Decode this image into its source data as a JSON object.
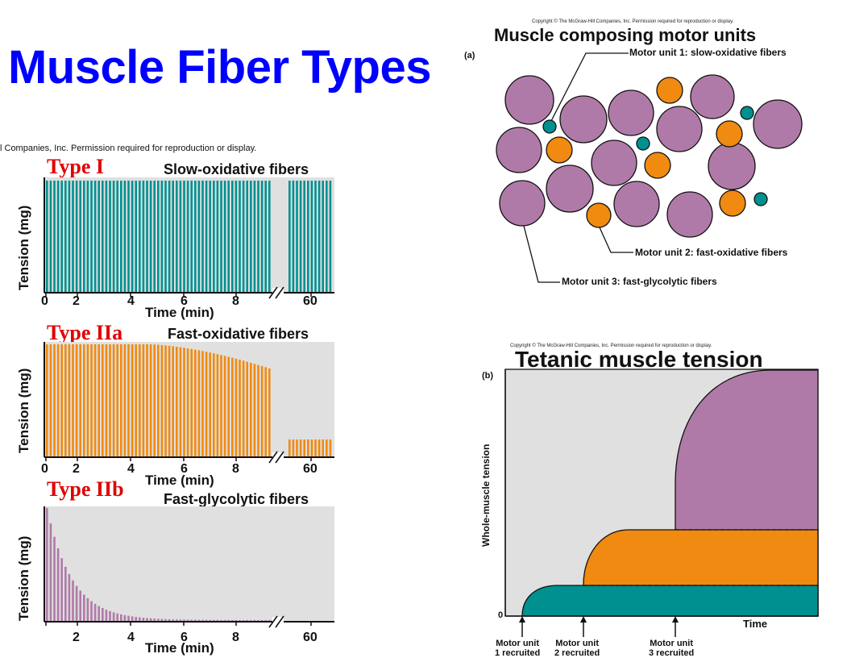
{
  "page_title": "Muscle Fiber Types",
  "left_copyright": "l Companies, Inc. Permission required for reproduction or display.",
  "colors": {
    "slow": "#009090",
    "fast_ox": "#f08a10",
    "fast_gly": "#b07aa8",
    "bg": "#e0e0e0",
    "title": "#0000ff",
    "type_label": "#e00000"
  },
  "panels": [
    {
      "type_label": "Type I",
      "fiber_name": "Slow-oxidative fibers",
      "ylabel": "Tension (mg)",
      "xlabel": "Time (min)",
      "ticks": [
        "0",
        "2",
        "4",
        "6",
        "8",
        "60"
      ],
      "color": "#009090"
    },
    {
      "type_label": "Type IIa",
      "fiber_name": "Fast-oxidative fibers",
      "ylabel": "Tension (mg)",
      "xlabel": "Time (min)",
      "ticks": [
        "0",
        "2",
        "4",
        "6",
        "8",
        "60"
      ],
      "color": "#f08a10"
    },
    {
      "type_label": "Type IIb",
      "fiber_name": "Fast-glycolytic fibers",
      "ylabel": "Tension (mg)",
      "xlabel": "Time (min)",
      "ticks": [
        "2",
        "4",
        "6",
        "8",
        "60"
      ],
      "color": "#b07aa8"
    }
  ],
  "motor_units": {
    "copyright": "Copyright © The McGraw-Hill Companies, Inc. Permission required for reproduction or display.",
    "title": "Muscle composing motor units",
    "panel_letter": "(a)",
    "labels": {
      "mu1": "Motor unit 1: slow-oxidative fibers",
      "mu2": "Motor unit 2: fast-oxidative fibers",
      "mu3": "Motor unit 3: fast-glycolytic fibers"
    }
  },
  "tetanic": {
    "copyright": "Copyright © The McGraw-Hill Companies, Inc. Permission required for reproduction or display.",
    "title": "Tetanic muscle tension",
    "panel_letter": "(b)",
    "ylabel": "Whole-muscle tension",
    "xlabel": "Time",
    "zero": "0",
    "recruit": [
      {
        "line1": "Motor unit",
        "line2": "1 recruited"
      },
      {
        "line1": "Motor unit",
        "line2": "2 recruited"
      },
      {
        "line1": "Motor unit",
        "line2": "3 recruited"
      }
    ]
  }
}
